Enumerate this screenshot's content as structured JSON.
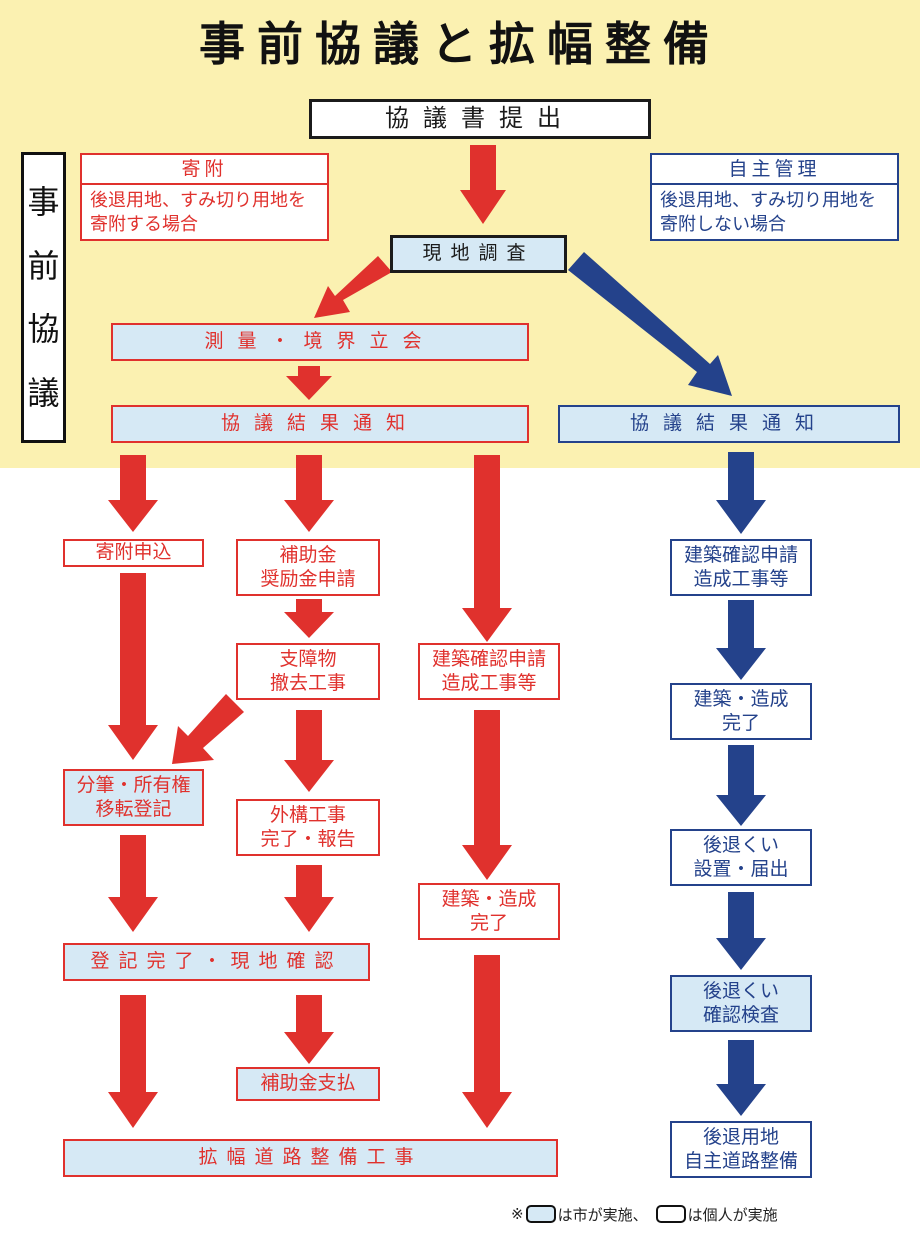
{
  "title": "事前協議と拡幅整備",
  "side_label": [
    "事",
    "前",
    "協",
    "議"
  ],
  "submit": "協議書提出",
  "survey": "現地調査",
  "donation_note": {
    "head": "寄附",
    "body": "後退用地、すみ切り用地を\n寄附する場合"
  },
  "self_note": {
    "head": "自主管理",
    "body": "後退用地、すみ切り用地を\n寄附しない場合"
  },
  "red_flow": {
    "measure": "測量・境界立会",
    "result": "協議結果通知",
    "donation_apply": "寄附申込",
    "subsidy_apply": "補助金\n奨励金申請",
    "obstacle": "支障物\n撤去工事",
    "building_apply": "建築確認申請\n造成工事等",
    "subdivision": "分筆・所有権\n移転登記",
    "exterior": "外構工事\n完了・報告",
    "building_done": "建築・造成\n完了",
    "registry_done": "登記完了・現地確認",
    "subsidy_pay": "補助金支払",
    "road_work": "拡幅道路整備工事"
  },
  "blue_flow": {
    "result": "協議結果通知",
    "building_apply": "建築確認申請\n造成工事等",
    "building_done": "建築・造成\n完了",
    "setback_install": "後退くい\n設置・届出",
    "setback_inspect": "後退くい\n確認検査",
    "self_road": "後退用地\n自主道路整備"
  },
  "legend": {
    "mark": "※",
    "city_text": "は市が実施、",
    "person_text": "は個人が実施"
  },
  "colors": {
    "red": "#e0312d",
    "blue": "#24428b",
    "city_fill": "#d6e9f5",
    "top_band": "#fbf1b1"
  }
}
